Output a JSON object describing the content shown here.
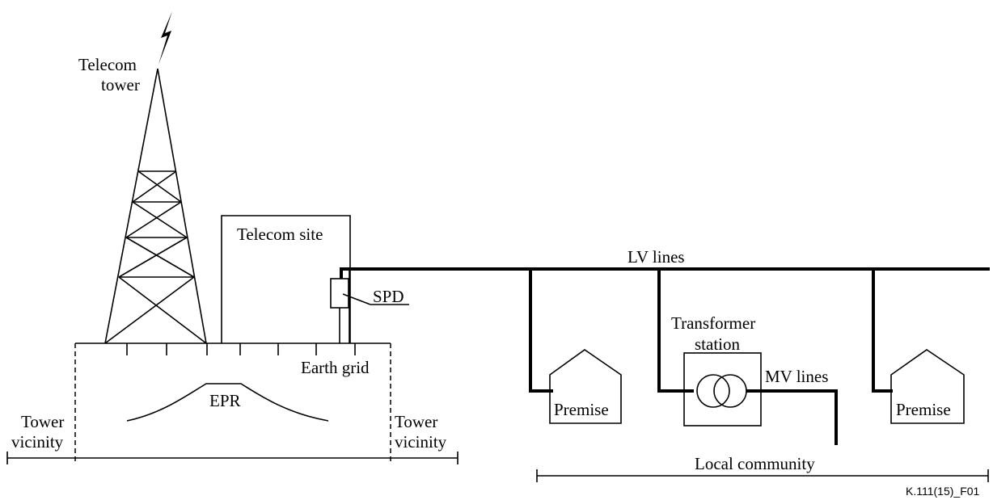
{
  "labels": {
    "telecom_tower_line1": "Telecom",
    "telecom_tower_line2": "tower",
    "telecom_site": "Telecom site",
    "spd": "SPD",
    "lv_lines": "LV lines",
    "transformer_station_line1": "Transformer",
    "transformer_station_line2": "station",
    "mv_lines": "MV lines",
    "earth_grid": "Earth grid",
    "epr": "EPR",
    "premise_left": "Premise",
    "premise_right": "Premise",
    "tower_vicinity_left_line1": "Tower",
    "tower_vicinity_left_line2": "vicinity",
    "tower_vicinity_right_line1": "Tower",
    "tower_vicinity_right_line2": "vicinity",
    "local_community": "Local community",
    "figure_id": "K.111(15)_F01"
  },
  "icons": {
    "lightning": "lightning-bolt-icon",
    "transformer": "transformer-symbol-icon"
  }
}
